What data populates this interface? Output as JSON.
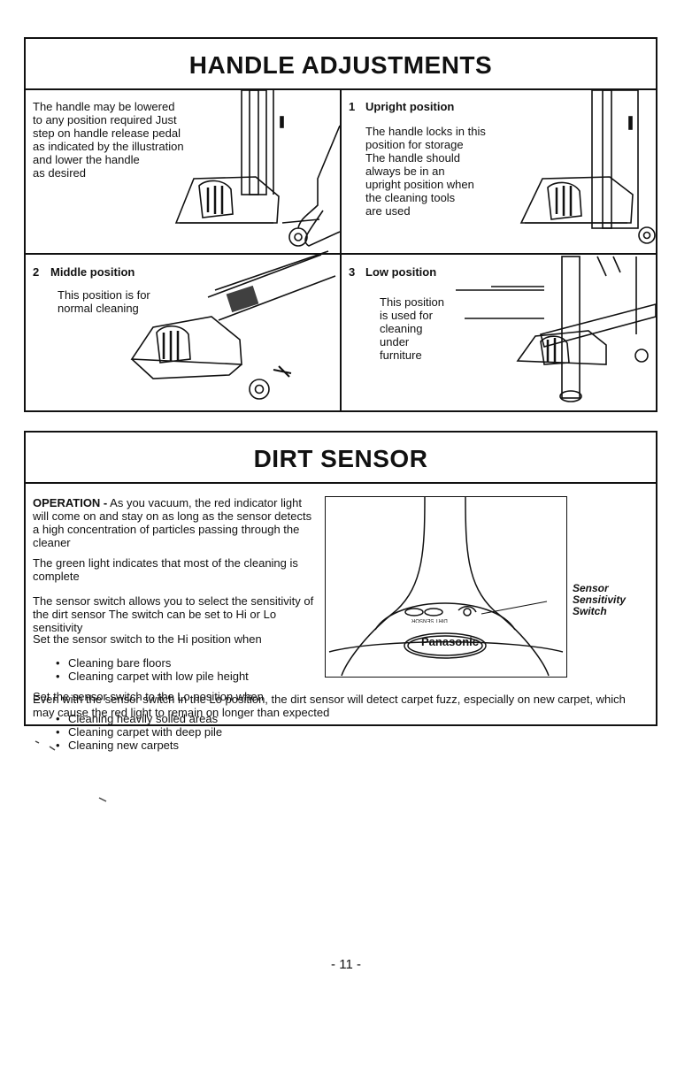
{
  "handle_adjustments": {
    "title": "HANDLE ADJUSTMENTS",
    "intro": "The handle may be lowered\nto any position required  Just\nstep on handle release pedal\nas indicated by the illustration\nand lower the handle\nas desired",
    "upright": {
      "number": "1",
      "heading": "Upright position",
      "body": "The handle locks in this\nposition for storage\nThe handle should\nalways be in an\nupright position when\nthe cleaning tools\nare used"
    },
    "middle": {
      "number": "2",
      "heading": "Middle position",
      "body": "This position is for\nnormal cleaning"
    },
    "low": {
      "number": "3",
      "heading": "Low position",
      "body": "This position\nis used for\ncleaning\nunder\nfurniture"
    }
  },
  "dirt_sensor": {
    "title": "DIRT SENSOR",
    "operation_label": "OPERATION -",
    "operation_text": " As you vacuum, the red indicator light will come on and stay on as long as the sensor detects a high concentration of particles passing through the cleaner",
    "green_light": "The green light indicates that most of the cleaning is complete",
    "switch_text": "The sensor switch allows you to select the sensitivity of the dirt sensor  The switch can be set to Hi or Lo sensitivity",
    "hi_intro": "Set the sensor switch to the Hi position when",
    "hi_items": [
      "Cleaning bare floors",
      "Cleaning carpet with low pile height"
    ],
    "lo_intro": "Set the sensor switch to the Lo position when",
    "lo_items": [
      "Cleaning heavily soiled areas",
      "Cleaning carpet with deep pile",
      "Cleaning new carpets"
    ],
    "footer_note": "Even with the sensor switch in the Lo position, the dirt sensor will detect carpet fuzz, especially on new carpet, which may cause the red light to remain on longer than expected",
    "callout": "Sensor\nSensitivity\nSwitch",
    "brand": "Panasonic",
    "panel_label": "DIRT SENSOR"
  },
  "page_number": "- 11 -"
}
